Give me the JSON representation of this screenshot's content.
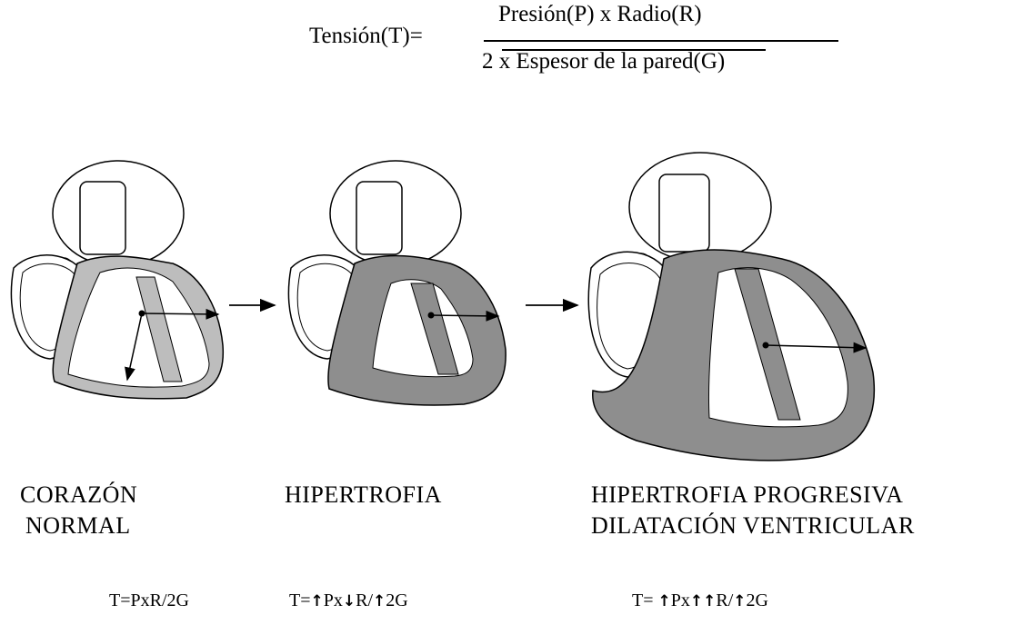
{
  "formula": {
    "lhs": "Tensión(T)=",
    "numerator": "Presión(P) x Radio(R)",
    "denominator": "2 x  Espesor de la pared(G)"
  },
  "panels": [
    {
      "label_lines": [
        "CORAZÓN",
        "NORMAL"
      ],
      "equation": [
        {
          "t": "T=PxR/2G"
        }
      ],
      "wall": "normal",
      "wall_color": "#b9b9b9"
    },
    {
      "label_lines": [
        "HIPERTROFIA"
      ],
      "equation": [
        {
          "t": "T="
        },
        {
          "a": "↑"
        },
        {
          "t": "Px"
        },
        {
          "a": "↓"
        },
        {
          "t": "R/"
        },
        {
          "a": "↑"
        },
        {
          "t": "2G"
        }
      ],
      "wall": "thick",
      "wall_color": "#8e8e8e"
    },
    {
      "label_lines": [
        "HIPERTROFIA PROGRESIVA",
        "DILATACIÓN VENTRICULAR"
      ],
      "equation": [
        {
          "t": "T= "
        },
        {
          "a": "↑"
        },
        {
          "t": "Px"
        },
        {
          "a": "↑"
        },
        {
          "a": "↑"
        },
        {
          "t": "R/"
        },
        {
          "a": "↑"
        },
        {
          "t": "2G"
        }
      ],
      "wall": "dilated",
      "wall_color": "#8e8e8e"
    }
  ]
}
